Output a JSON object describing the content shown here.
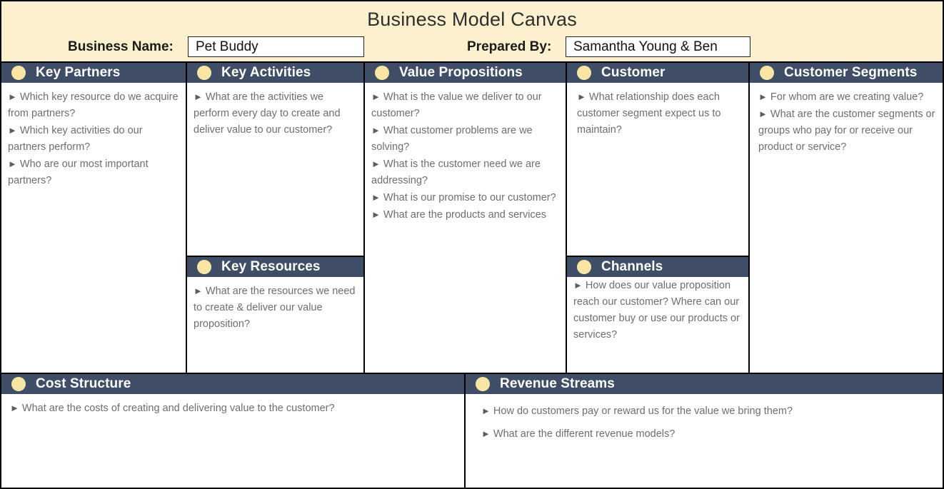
{
  "header": {
    "title": "Business Model Canvas",
    "business_name_label": "Business Name:",
    "business_name_value": "Pet Buddy",
    "prepared_by_label": "Prepared By:",
    "prepared_by_value": "Samantha Young & Ben",
    "background_color": "#FDF0CE"
  },
  "theme": {
    "header_band_color": "#3F4E66",
    "dot_color": "#F9E5A4",
    "body_text_color": "#6E6E6E",
    "border_color": "#000000",
    "bullet_glyph": "►"
  },
  "blocks": {
    "key_partners": {
      "title": "Key Partners",
      "items": [
        "Which key resource do we acquire from partners?",
        "Which key activities do our partners perform?",
        "Who are our most important partners?"
      ]
    },
    "key_activities": {
      "title": "Key Activities",
      "items": [
        "What are the activities we perform every day to create and deliver value to our customer?"
      ]
    },
    "key_resources": {
      "title": "Key Resources",
      "items": [
        "What are the resources we need to create & deliver our value proposition?"
      ]
    },
    "value_propositions": {
      "title": "Value Propositions",
      "items": [
        "What is the value we deliver to our customer?",
        "What customer problems are we solving?",
        "What is the customer need we are addressing?",
        "What is our promise to our customer?",
        "What are the products and services"
      ]
    },
    "customer_relationships": {
      "title": "Customer",
      "items": [
        "What relationship does each customer segment expect us to maintain?"
      ]
    },
    "channels": {
      "title": "Channels",
      "items": [
        "How does our value proposition reach our customer? Where can our customer buy or use our products or services?"
      ]
    },
    "customer_segments": {
      "title": "Customer Segments",
      "items": [
        "For whom are we creating value?",
        "What are the customer segments or groups who pay for or receive our product or service?"
      ]
    },
    "cost_structure": {
      "title": "Cost Structure",
      "items": [
        "What are the costs of creating and delivering value to the customer?"
      ]
    },
    "revenue_streams": {
      "title": "Revenue Streams",
      "items": [
        "How do customers pay or reward us for the value we bring them?",
        "What are the different revenue models?"
      ]
    }
  }
}
